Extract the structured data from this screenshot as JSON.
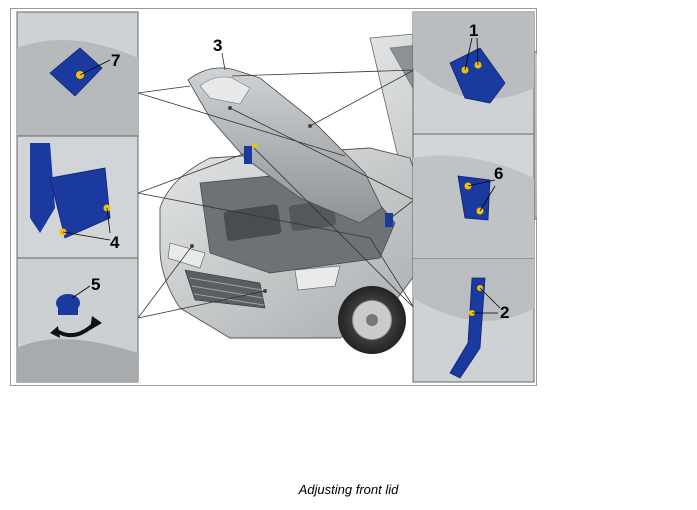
{
  "caption": "Adjusting front lid",
  "callouts": [
    "1",
    "2",
    "3",
    "4",
    "5",
    "6",
    "7"
  ],
  "colors": {
    "part_blue": "#1a3aa0",
    "fastener_yellow": "#f2c200",
    "panel_bg": "#cfd2d4",
    "body_gray": "#b9bcbe",
    "outline": "#555555"
  }
}
